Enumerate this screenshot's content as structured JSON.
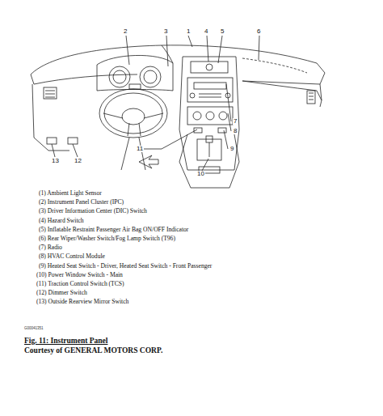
{
  "diagram": {
    "caption": "Fig. 11: Instrument Panel",
    "labels": [
      "1",
      "2",
      "3",
      "4",
      "5",
      "6",
      "7",
      "8",
      "9",
      "10",
      "11",
      "12",
      "13",
      "(1) Ambient Light Sensor",
      "(2) Instrument Panel Cluster (IPC)",
      "(3) Driver Information Center (DIC) Switch",
      "(4) Hazard Switch",
      "(5) Inflatable Restraint Passenger Air Bag ON/OFF Indicator",
      "(6) Rear Wiper/Washer Switch/Fog Lamp Switch (T96)",
      "(7) Radio",
      "(8) HVAC Control Module",
      "(9) Heated Seat Switch - Driver, Heated Seat Switch - Front Passenger",
      "(10) Power Window Switch - Main",
      "(11) Traction Control Switch (TCS)",
      "(12) Dimmer Switch",
      "(13) Outside Rearview Mirror Switch",
      "G00041351",
      "Courtesy of GENERAL MOTORS CORP."
    ]
  }
}
